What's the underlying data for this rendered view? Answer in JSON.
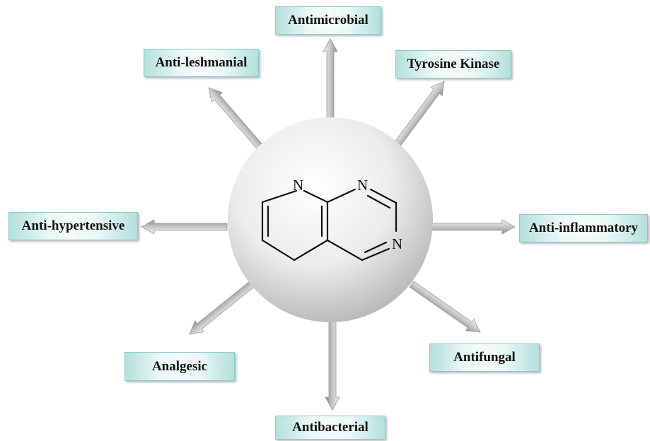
{
  "core": {
    "atoms": [
      "N",
      "N",
      "N"
    ]
  },
  "activities": [
    {
      "id": "antimicrobial",
      "label": "Antimicrobial"
    },
    {
      "id": "anti-leshmanial",
      "label": "Anti-leshmanial"
    },
    {
      "id": "tyrosine-kinase",
      "label": "Tyrosine Kinase"
    },
    {
      "id": "anti-hypertensive",
      "label": "Anti-hypertensive"
    },
    {
      "id": "anti-inflammatory",
      "label": "Anti-inflammatory"
    },
    {
      "id": "analgesic",
      "label": "Analgesic"
    },
    {
      "id": "antifungal",
      "label": "Antifungal"
    },
    {
      "id": "antibacterial",
      "label": "Antibacterial"
    }
  ],
  "colors": {
    "label_fill_edge": "#b3e0dc",
    "label_fill_center": "#f4fbfa",
    "label_border": "#8fc9c4",
    "arrow": "#b8b8b8",
    "sphere_highlight": "#ffffff",
    "sphere_shadow": "#b5b5b5"
  }
}
